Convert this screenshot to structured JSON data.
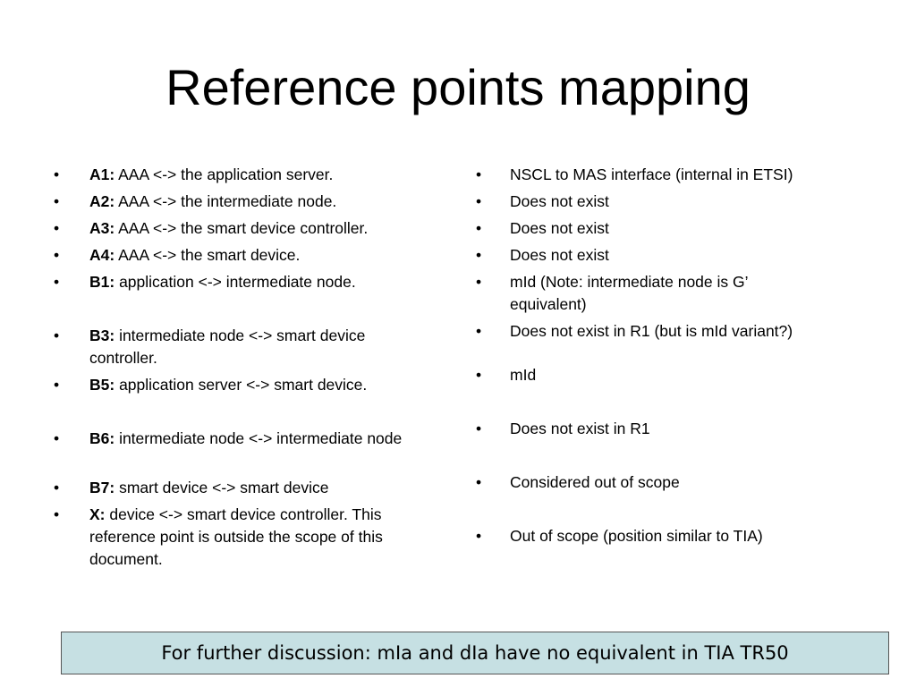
{
  "title": "Reference points mapping",
  "left_items": [
    {
      "label": "A1:",
      "text": " AAA <-> the application server."
    },
    {
      "label": "A2:",
      "text": " AAA <-> the intermediate node."
    },
    {
      "label": "A3:",
      "text": " AAA <-> the smart device controller."
    },
    {
      "label": "A4:",
      "text": " AAA <-> the smart device."
    },
    {
      "label": "B1:",
      "text": " application <-> intermediate node."
    },
    {
      "label": "B3:",
      "text": " intermediate node <-> smart device controller."
    },
    {
      "label": "B5:",
      "text": " application server <-> smart device."
    },
    {
      "label": "B6:",
      "text": " intermediate node <-> intermediate node"
    },
    {
      "label": "B7:",
      "text": " smart device <-> smart device"
    },
    {
      "label": "X:",
      "text": " device <-> smart device controller. This reference point is outside the scope of this document."
    }
  ],
  "right_items": [
    {
      "text": "NSCL to MAS interface (internal in ETSI)"
    },
    {
      "text": "Does not exist"
    },
    {
      "text": "Does not exist"
    },
    {
      "text": "Does not exist"
    },
    {
      "text": "mId (Note: intermediate node is G’ equivalent)"
    },
    {
      "text": "Does not exist in R1 (but is mId variant?)"
    },
    {
      "text": "mId"
    },
    {
      "text": "Does not exist in R1"
    },
    {
      "text": "Considered out of scope"
    },
    {
      "text": "Out of scope (position similar to TIA)"
    }
  ],
  "bullet": "•",
  "footer": "For further discussion: mIa and dIa have no equivalent in TIA TR50"
}
